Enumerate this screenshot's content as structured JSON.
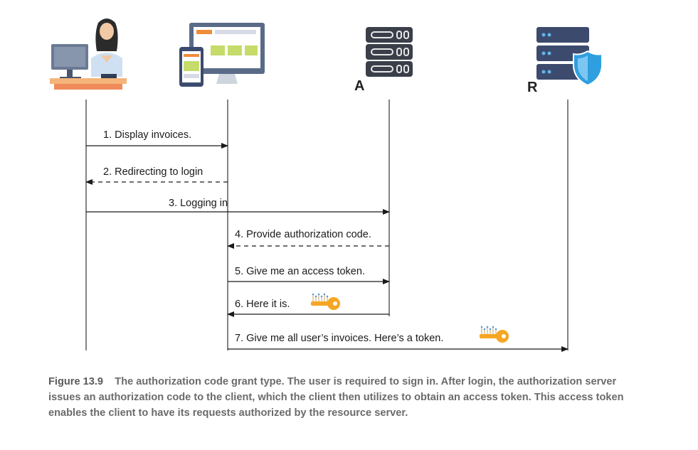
{
  "actors": [
    {
      "id": "user",
      "icon": "user-at-desk"
    },
    {
      "id": "client",
      "icon": "client-devices"
    },
    {
      "id": "auth",
      "icon": "authorization-server",
      "letter": "A"
    },
    {
      "id": "resource",
      "icon": "resource-server-shield",
      "letter": "R"
    }
  ],
  "messages": [
    {
      "n": 1,
      "label": "1. Display invoices.",
      "from": "user",
      "to": "client",
      "style": "solid"
    },
    {
      "n": 2,
      "label": "2. Redirecting to login",
      "from": "client",
      "to": "user",
      "style": "dashed"
    },
    {
      "n": 3,
      "label": "3. Logging in",
      "from": "user",
      "to": "auth",
      "style": "solid"
    },
    {
      "n": 4,
      "label": "4. Provide authorization code.",
      "from": "auth",
      "to": "client",
      "style": "dashed"
    },
    {
      "n": 5,
      "label": "5. Give me an access token.",
      "from": "client",
      "to": "auth",
      "style": "solid"
    },
    {
      "n": 6,
      "label": "6. Here it is.",
      "from": "auth",
      "to": "client",
      "style": "solid",
      "icon": "key-icon"
    },
    {
      "n": 7,
      "label": "7. Give me all user’s invoices. Here’s a token.",
      "from": "client",
      "to": "resource",
      "style": "solid",
      "icon": "key-icon"
    }
  ],
  "caption": {
    "figure": "Figure 13.9",
    "text": "The authorization code grant type. The user is required to sign in. After login, the authorization server issues an authorization code to the client, which the client then utilizes to obtain an access token. This access token enables the client to have its requests authorized by the resource server."
  },
  "colors": {
    "key": "#f6a623",
    "shield": "#2f9fe0",
    "server": "#3c4a6e",
    "monitor": "#5a6b88"
  }
}
